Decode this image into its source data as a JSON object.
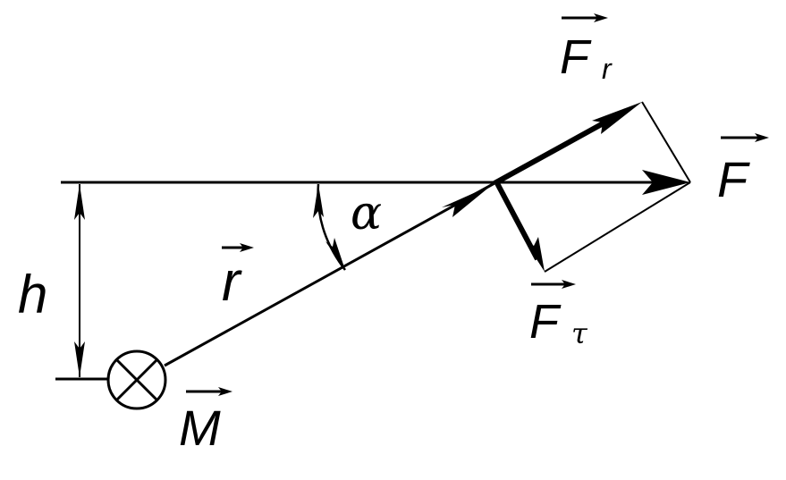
{
  "labels": {
    "h": "h",
    "r": "r",
    "alpha": "α",
    "F": "F",
    "Fr_main": "F",
    "Fr_sub": "r",
    "Ftau_main": "F",
    "Ftau_sub": "τ",
    "M": "M"
  },
  "colors": {
    "ink": "#000000",
    "background": "#ffffff"
  },
  "icons": {
    "axis_symbol": "circle-cross-icon"
  }
}
